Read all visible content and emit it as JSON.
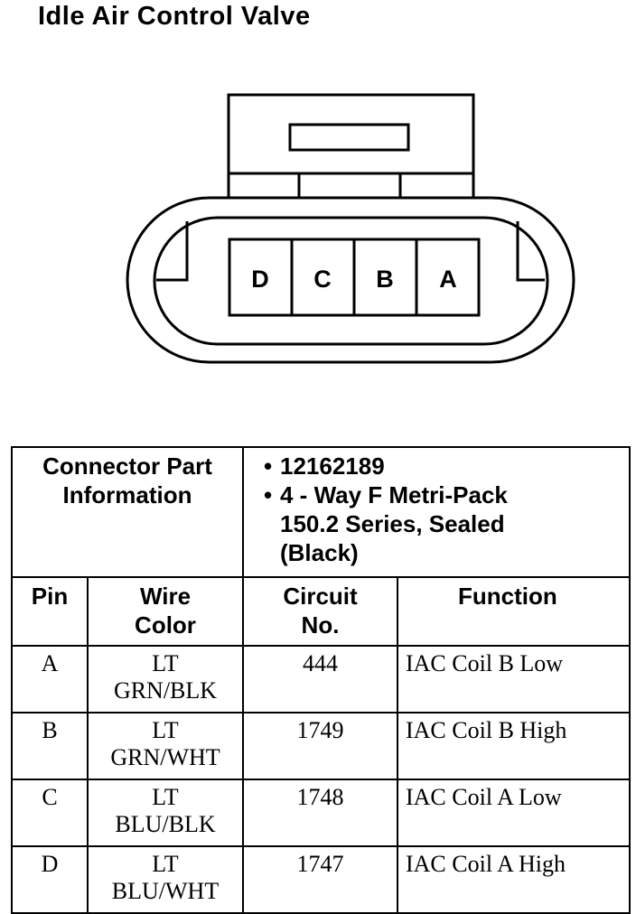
{
  "title": "Idle Air Control Valve",
  "connector": {
    "pins": [
      "D",
      "C",
      "B",
      "A"
    ]
  },
  "part_info": {
    "label_line1": "Connector Part",
    "label_line2": "Information",
    "part_number": "12162189",
    "desc_line1": "4 - Way F Metri-Pack",
    "desc_line2": "150.2 Series, Sealed",
    "desc_line3": "(Black)"
  },
  "headers": {
    "pin": "Pin",
    "wire_color_1": "Wire",
    "wire_color_2": "Color",
    "circuit_1": "Circuit",
    "circuit_2": "No.",
    "function": "Function"
  },
  "rows": [
    {
      "pin": "A",
      "color_1": "LT",
      "color_2": "GRN/BLK",
      "circuit": "444",
      "function": "IAC Coil B Low"
    },
    {
      "pin": "B",
      "color_1": "LT",
      "color_2": "GRN/WHT",
      "circuit": "1749",
      "function": "IAC Coil B High"
    },
    {
      "pin": "C",
      "color_1": "LT",
      "color_2": "BLU/BLK",
      "circuit": "1748",
      "function": "IAC Coil A Low"
    },
    {
      "pin": "D",
      "color_1": "LT",
      "color_2": "BLU/WHT",
      "circuit": "1747",
      "function": "IAC Coil A High"
    }
  ]
}
